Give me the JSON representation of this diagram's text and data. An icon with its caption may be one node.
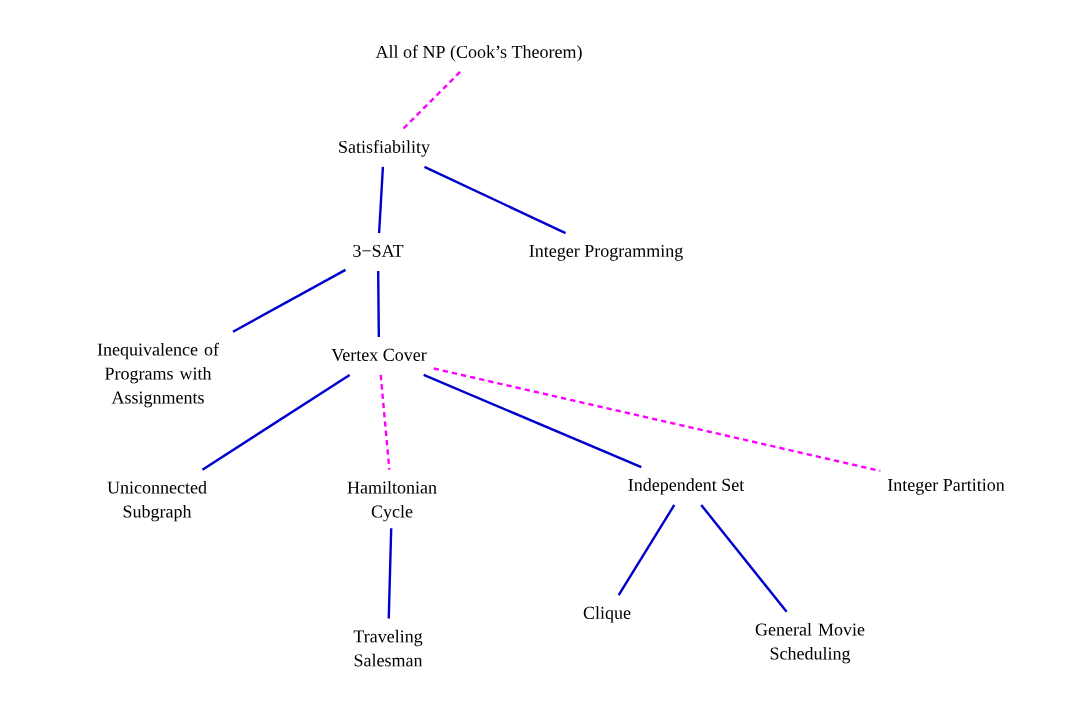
{
  "diagram": {
    "nodes": [
      {
        "text": [
          "All of NP  (Cook’s Theorem)"
        ]
      },
      {
        "text": [
          "Satisfiability"
        ]
      },
      {
        "text": [
          "3−SAT"
        ]
      },
      {
        "text": [
          "Integer Programming"
        ]
      },
      {
        "text": [
          "Inequivalence of Programs with Assignments"
        ]
      },
      {
        "text": [
          "Vertex Cover"
        ]
      },
      {
        "text": [
          "Uniconnected Subgraph"
        ]
      },
      {
        "text": [
          "Hamiltonian Cycle"
        ]
      },
      {
        "text": [
          "Independent Set"
        ]
      },
      {
        "text": [
          "Integer Partition"
        ]
      },
      {
        "text": [
          "Traveling Salesman"
        ]
      },
      {
        "text": [
          "Clique"
        ]
      },
      {
        "text": [
          "General Movie Scheduling"
        ]
      }
    ],
    "edges": [
      {
        "from": 0,
        "to": 1,
        "arrow": "none",
        "style": "dashed",
        "color": "#ff00ff"
      },
      {
        "from": 1,
        "to": 2,
        "arrow": "none"
      },
      {
        "from": 1,
        "to": 3,
        "arrow": "none"
      },
      {
        "from": 2,
        "to": 4,
        "arrow": "none"
      },
      {
        "from": 2,
        "to": 5,
        "arrow": "none"
      },
      {
        "from": 5,
        "to": 6,
        "arrow": "none"
      },
      {
        "from": 5,
        "to": 7,
        "arrow": "none",
        "style": "dashed",
        "color": "#ff00ff"
      },
      {
        "from": 5,
        "to": 8,
        "arrow": "none"
      },
      {
        "from": 5,
        "to": 9,
        "arrow": "none",
        "style": "dashed",
        "color": "#ff00ff"
      },
      {
        "from": 7,
        "to": 10,
        "arrow": "none"
      },
      {
        "from": 8,
        "to": 11,
        "arrow": "none"
      },
      {
        "from": 8,
        "to": 12,
        "arrow": "none"
      }
    ]
  }
}
